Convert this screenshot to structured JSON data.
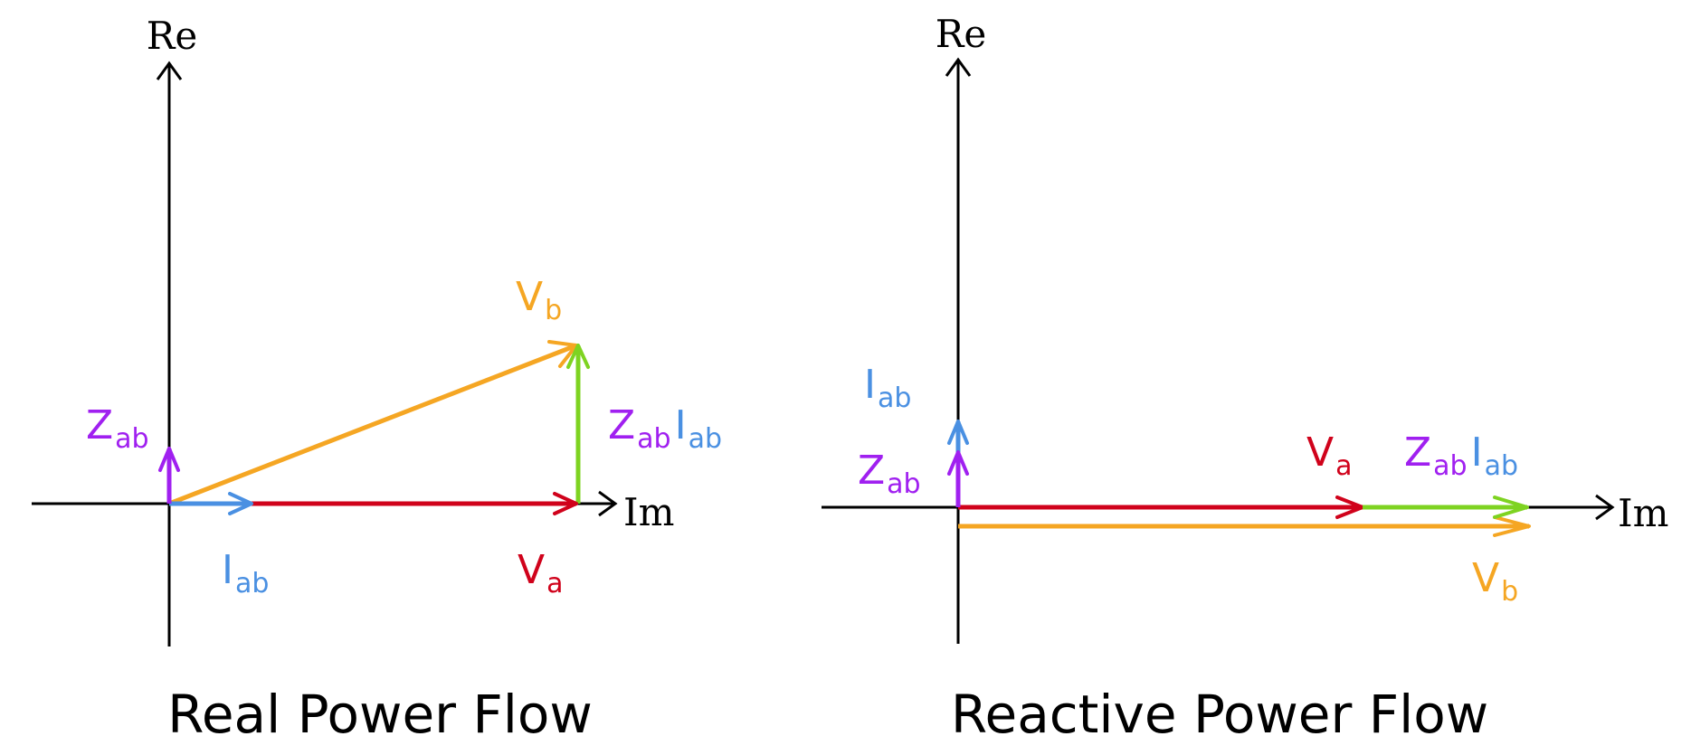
{
  "colors": {
    "axis": "#000000",
    "current": "#4A90E2",
    "impedance": "#A020F0",
    "voltage_a": "#D0021B",
    "voltage_b": "#F5A623",
    "drop": "#7ED321"
  },
  "left_panel": {
    "title": "Real Power Flow",
    "axis_re": "Re",
    "axis_im": "Im",
    "labels": {
      "vb": {
        "main": "V",
        "sub": "b"
      },
      "zab": {
        "main": "Z",
        "sub": "ab"
      },
      "iab": {
        "main": "I",
        "sub": "ab"
      },
      "va": {
        "main": "V",
        "sub": "a"
      },
      "drop_z": {
        "main": "Z",
        "sub": "ab"
      },
      "drop_i": {
        "main": "I",
        "sub": "ab"
      }
    }
  },
  "right_panel": {
    "title": "Reactive Power Flow",
    "axis_re": "Re",
    "axis_im": "Im",
    "labels": {
      "iab": {
        "main": "I",
        "sub": "ab"
      },
      "zab": {
        "main": "Z",
        "sub": "ab"
      },
      "va": {
        "main": "V",
        "sub": "a"
      },
      "drop_z": {
        "main": "Z",
        "sub": "ab"
      },
      "drop_i": {
        "main": "I",
        "sub": "ab"
      },
      "vb": {
        "main": "V",
        "sub": "b"
      }
    }
  }
}
